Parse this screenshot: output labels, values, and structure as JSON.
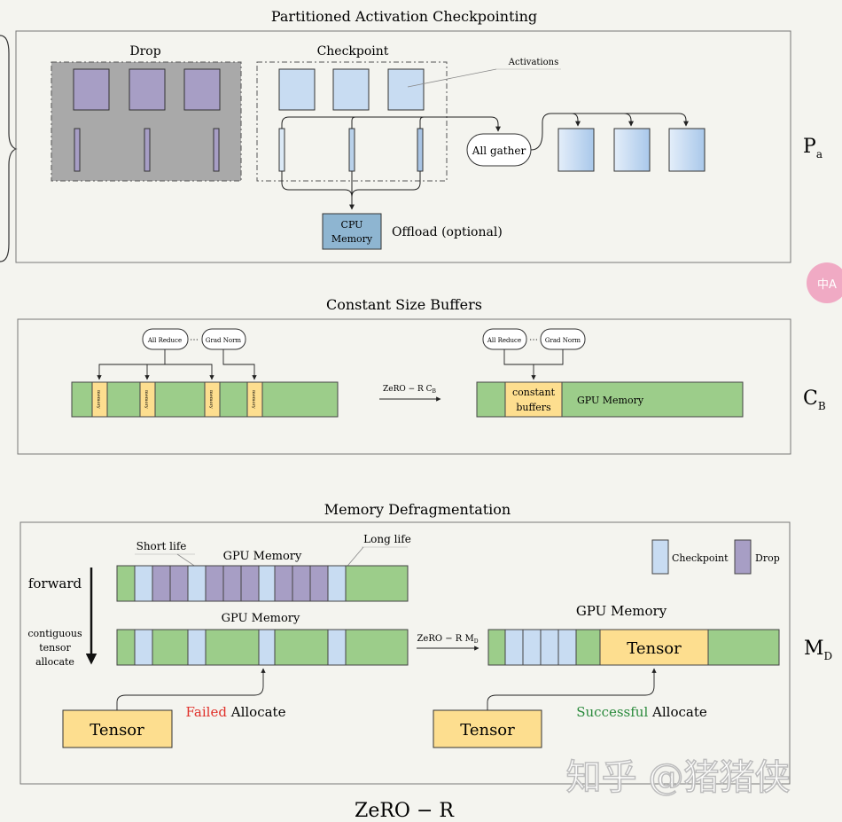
{
  "colors": {
    "background": "#f4f4ef",
    "drop_block": "#a79ec5",
    "checkpoint_block": "#c8dcf2",
    "cpu_memory": "#8eb5d1",
    "gpu_memory_green": "#9ccd8a",
    "constant_buffer_yellow": "#fdde8f",
    "failed_red": "#e0302a",
    "successful_green": "#2a8a3c",
    "drop_panel_gray": "#a9a9a9"
  },
  "sections": {
    "pa": {
      "title": "Partitioned Activation Checkpointing",
      "drop_label": "Drop",
      "checkpoint_label": "Checkpoint",
      "activations_label": "Activations",
      "all_gather_label": "All gather",
      "cpu_memory_line1": "CPU",
      "cpu_memory_line2": "Memory",
      "offload_label": "Offload (optional)",
      "side_label_main": "P",
      "side_label_sub": "a"
    },
    "cb": {
      "title": "Constant Size Buffers",
      "all_reduce_label": "All Reduce",
      "grad_norm_label": "Grad Norm",
      "ellipsis": "⋯",
      "strip_cell_label": "memory",
      "arrow_label": "ZeRO − R C",
      "arrow_label_sub": "B",
      "constant_buffers_line1": "constant",
      "constant_buffers_line2": "buffers",
      "gpu_memory_label": "GPU Memory",
      "side_label_main": "C",
      "side_label_sub": "B"
    },
    "md": {
      "title": "Memory Defragmentation",
      "short_life_label": "Short life",
      "long_life_label": "Long life",
      "gpu_memory_top": "GPU Memory",
      "gpu_memory_mid": "GPU Memory",
      "gpu_memory_right": "GPU Memory",
      "forward_label": "forward",
      "contiguous_line1": "contiguous",
      "contiguous_line2": "tensor",
      "contiguous_line3": "allocate",
      "legend_checkpoint": "Checkpoint",
      "legend_drop": "Drop",
      "arrow_label": "ZeRO − R M",
      "arrow_label_sub": "D",
      "tensor_left": "Tensor",
      "tensor_right": "Tensor",
      "tensor_allocated": "Tensor",
      "failed_word": "Failed",
      "successful_word": "Successful",
      "allocate_word": "Allocate",
      "side_label_main": "M",
      "side_label_sub": "D"
    }
  },
  "footer_title": "ZeRO − R",
  "watermark": "知乎 @猪猪侠",
  "side_tab_icon": "translate-icon"
}
